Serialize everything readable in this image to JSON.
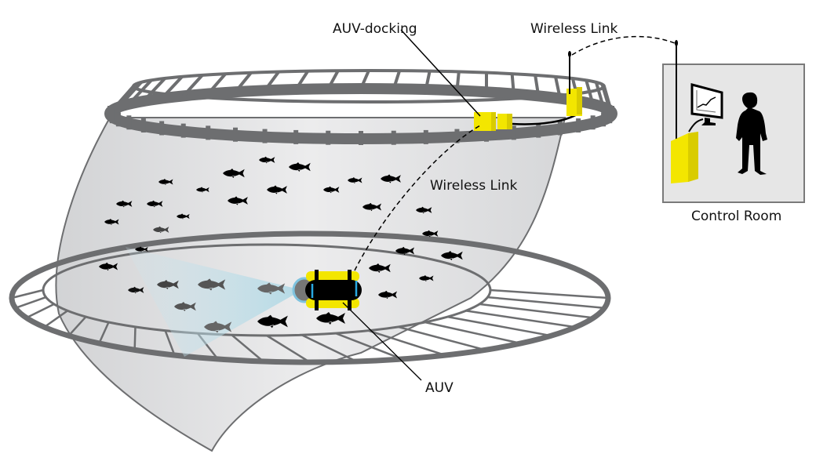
{
  "labels": {
    "auv_docking": "AUV-docking",
    "wireless_link_top": "Wireless Link",
    "wireless_link_cage": "Wireless Link",
    "auv": "AUV",
    "control_room": "Control Room"
  },
  "colors": {
    "ring": "#6d6e70",
    "net": "#dcdddf",
    "yellow": "#f3e600",
    "yellow_dark": "#d9cc00",
    "auv_body": "#000000",
    "auv_accent": "#29a8e0",
    "light_cone": "#bfe0ea",
    "room_bg": "#e6e6e6",
    "room_border": "#7a7a7a",
    "fish": "#000000"
  },
  "icons": [
    "fish-icon",
    "auv-icon",
    "docking-station-icon",
    "antenna-icon",
    "monitor-chart-icon",
    "operator-silhouette-icon",
    "transceiver-box-icon"
  ]
}
